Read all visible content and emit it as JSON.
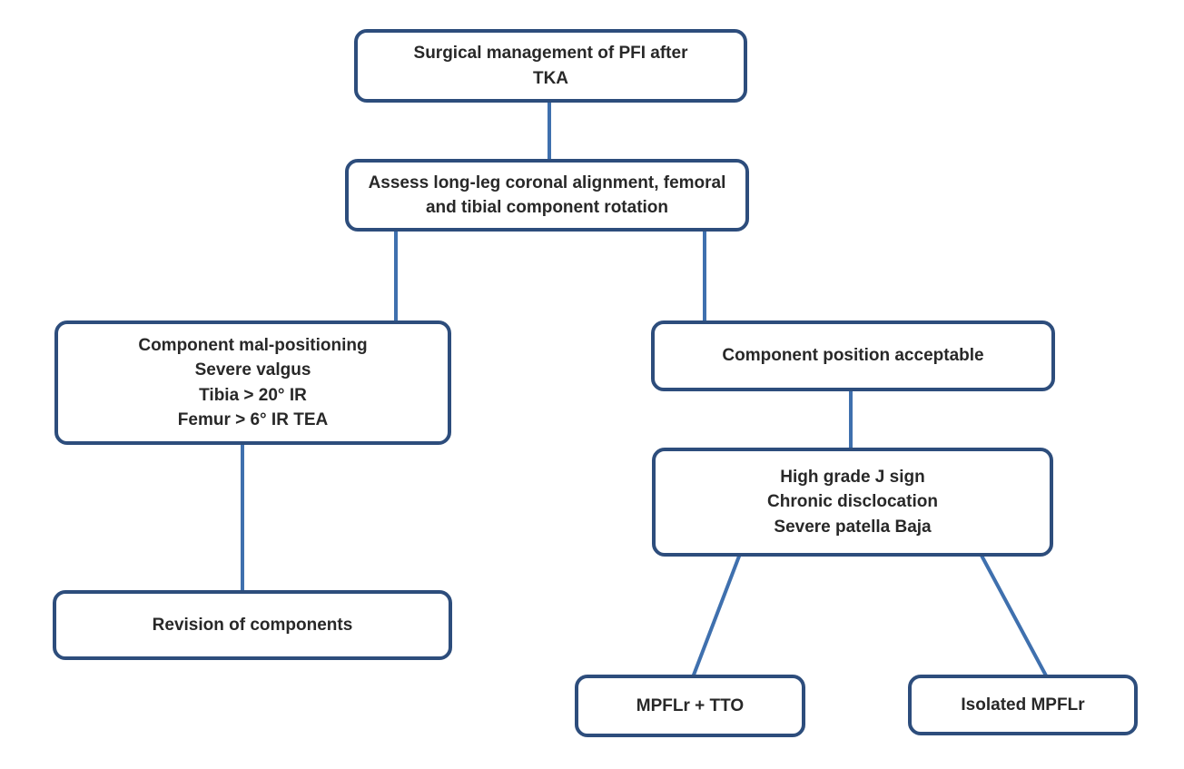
{
  "diagram": {
    "type": "flowchart",
    "title": "Surgical management of PFI after TKA",
    "colors": {
      "box_border": "#2d4d7c",
      "connector": "#3f70ae",
      "box_fill": "#ffffff",
      "text": "#282828",
      "background": "#ffffff"
    },
    "nodes": {
      "root": {
        "lines": [
          "Surgical management of PFI after",
          "TKA"
        ]
      },
      "assess": {
        "lines": [
          "Assess long-leg coronal alignment, femoral",
          "and tibial component rotation"
        ]
      },
      "malposition": {
        "lines": [
          "Component mal-positioning",
          "Severe valgus",
          "Tibia > 20° IR",
          "Femur > 6° IR TEA"
        ]
      },
      "acceptable": {
        "lines": [
          "Component position acceptable"
        ]
      },
      "jsign": {
        "lines": [
          "High grade J sign",
          "Chronic disclocation",
          "Severe patella Baja"
        ]
      },
      "revision": {
        "lines": [
          "Revision of components"
        ]
      },
      "mpflr_tto": {
        "lines": [
          "MPFLr + TTO"
        ]
      },
      "isolated_mpflr": {
        "lines": [
          "Isolated MPFLr"
        ]
      }
    },
    "edges": [
      {
        "from": "root",
        "to": "assess"
      },
      {
        "from": "assess",
        "to": "malposition"
      },
      {
        "from": "assess",
        "to": "acceptable"
      },
      {
        "from": "malposition",
        "to": "revision"
      },
      {
        "from": "acceptable",
        "to": "jsign"
      },
      {
        "from": "jsign",
        "to": "mpflr_tto"
      },
      {
        "from": "jsign",
        "to": "isolated_mpflr"
      }
    ]
  }
}
